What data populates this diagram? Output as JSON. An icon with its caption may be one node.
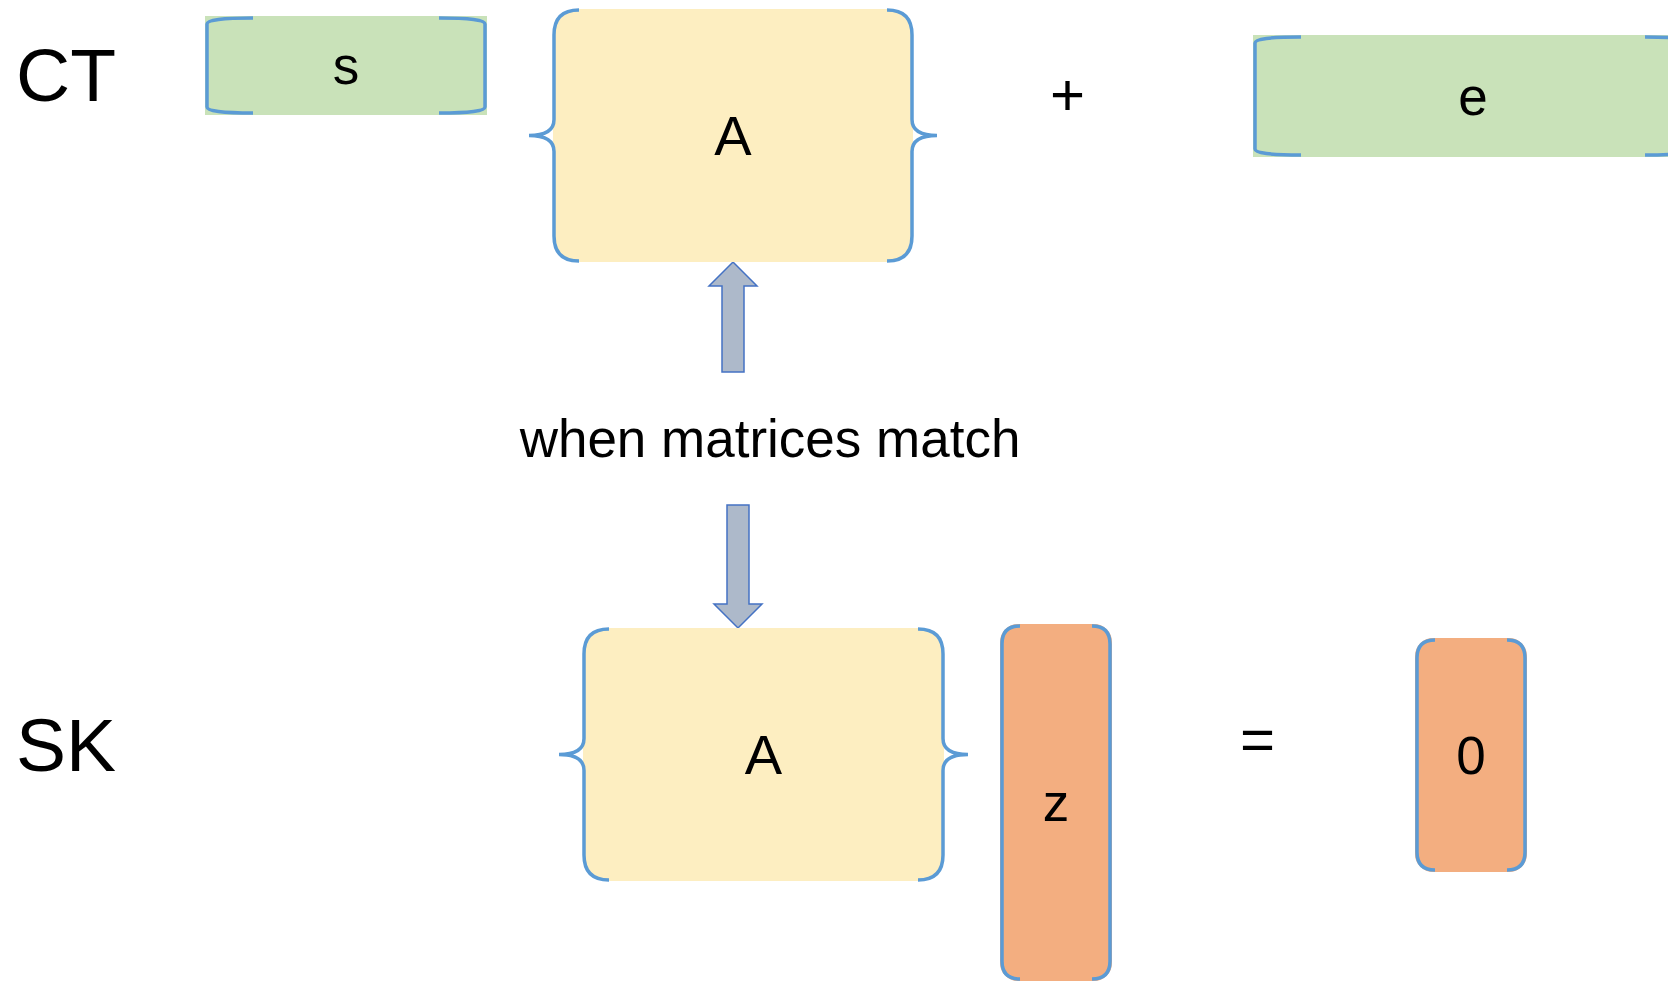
{
  "diagram": {
    "nodes": [
      {
        "text": [
          "s"
        ]
      },
      {
        "text": [
          "A"
        ]
      },
      {
        "text": [
          "e"
        ]
      },
      {
        "text": [
          "when matrices match"
        ]
      },
      {
        "text": [
          "A"
        ]
      },
      {
        "text": [
          "z"
        ]
      },
      {
        "text": [
          "0"
        ]
      }
    ],
    "edges": [
      {
        "from": 3,
        "to": 1,
        "arrow": "to"
      },
      {
        "from": 3,
        "to": 4,
        "arrow": "to"
      }
    ],
    "labels": [
      "CT",
      "+",
      "SK",
      "="
    ]
  }
}
